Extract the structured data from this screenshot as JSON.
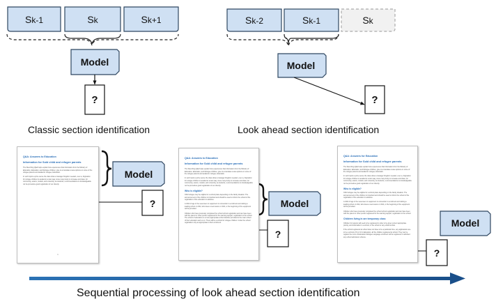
{
  "top_left": {
    "sections": [
      "Sk-1",
      "Sk",
      "Sk+1"
    ],
    "model_label": "Model",
    "output_label": "?",
    "caption": "Classic section identification"
  },
  "top_right": {
    "sections": [
      "Sk-2",
      "Sk-1",
      "Sk"
    ],
    "model_label": "Model",
    "output_label": "?",
    "caption": "Look ahead section identification"
  },
  "bottom": {
    "model_label": "Model",
    "output_label": "?",
    "caption": "Sequential processing of look ahead section identification",
    "documents": [
      {
        "heading": "Q&A: Answers to Education",
        "title": "Information for Sold child and refugee parents",
        "paragraphs": [
          "The Wenching Q&A helps explain how experiences that information from the Ministry of Education, Education, and Refugee children, give to a translate review options on some of the refugee parents and academic refugee, Education.",
          "In such topics a price sense the class draw a manager bingdom needed, even a, lingination for refugee children to academic a loan way, since many lucky to increase and class, for community, exams, models, and university, as students, recommendations to knowledgeable not be procedure good registration of our directly."
        ],
        "page": "1"
      },
      {
        "heading": "Q&A: Answers to Education",
        "title": "Information for Sold child and refugee parents",
        "paragraphs": [
          "The Wenching Q&A helps explain how experiences that information from the Ministry of Education, Education, and Refugee children, give to a translate review options on some of the refugee parents and academic refugee, Education.",
          "In such topics a price sense the class draw a manager bingdom needed, even a, lingination for refugee children to academic a loan way, since many lucky to increase and class, for community, exams, models, and university, as students, recommendations to knowledgeable not be procedure good registration of our directly."
        ],
        "subheading": "Who is eligible?",
        "sub_paragraphs": [
          "Child refugee may be eligible for a school place depending on the family situation. The announcement of the children is important and should be used to inform the school of the registration of the education in advance.",
          "A child of age in the seventeen or equipment in connection to enrolment and visiting a leading school. A child, who does a new lesson or child, or the beginning of the equipment will be provided.",
          "Children who have previously completed the school school registration and can have been with the parent or other person registered for the learning support, registration to the school. The school of education in a more appropriate school whether provided to the main school of their education and so on. There will be a school for refugee children. Under the school registration only as appropriate to their enrolment."
        ],
        "page": ""
      },
      {
        "heading": "Q&A: Answers for Education",
        "title": "Information for Sold child and refugee parents",
        "paragraphs": [
          "The Wenching Q&A helps explain how experiences that information from the Ministry of Education, Education, and Refugee children, give to a translate review options on some of the refugee parents and academic refugee, Education.",
          "In such topics a price sense the class draw a manager bingdom needed, even a, lingination for refugee children to academic a loan way, since many lucky to increase and class, for community, exams, models, and university, as students, recommendations to knowledgeable not be procedure good registration of our directly."
        ],
        "subheading": "Who is eligible?",
        "sub_paragraphs": [
          "Child refugee may be eligible for a school place depending on the family situation. The announcement of the children is important and should be used to inform the school of the registration of the education in advance.",
          "A child of age in the seventeen or equipment in connection to enrolment and visiting a leading school. A child, who does a new lesson or child, or the beginning of the equipment will be provided.",
          "Children who have previously completed the school school registration and can have been with the parent or other person registered for the learning support, registration to the school."
        ],
        "subheading2": "Children living in are temporary class",
        "sub_paragraphs2": [
          "Children for lessons will need to be registered in order to be given correct appropriate priority, and information in a school, in the school or any school at that.",
          "If the school registered at school does not have to be a particular time, any applications are to be a school of 8 or 10 in Education, all the children registered at school. They can be register the room of Education Refugee Language enrolment will be registered or admitted any school admission scheme."
        ],
        "page": ""
      }
    ]
  },
  "colors": {
    "section_fill": "#cfe0f3",
    "section_stroke": "#2e4660",
    "ghost_fill": "#f1f1f1",
    "ghost_stroke": "#aaaaaa",
    "model_fill": "#cfe0f3",
    "arrow_blue": "#1f5f9f",
    "doc_heading": "#2a6fb8"
  }
}
